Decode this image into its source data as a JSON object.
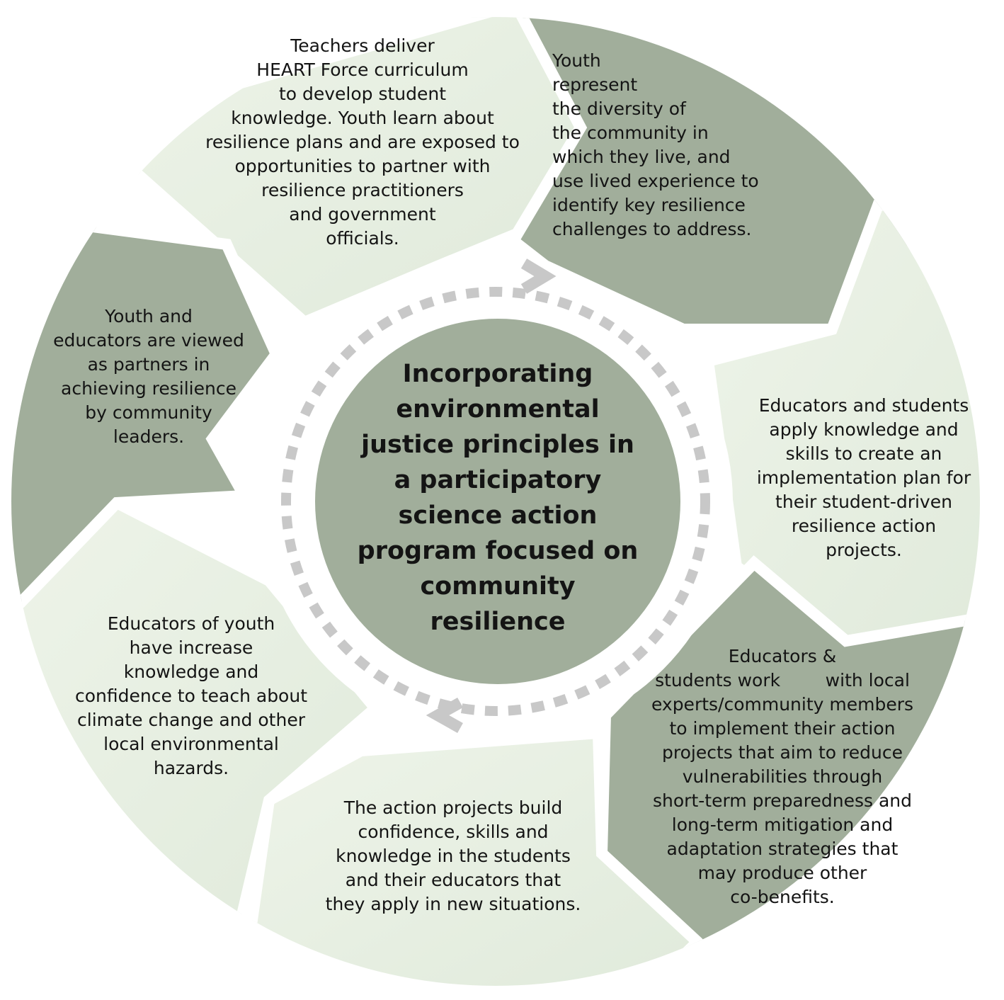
{
  "colors": {
    "dark_segment": "#a1ae9b",
    "light_segment_start": "#eef4e9",
    "light_segment_end": "#e0eadb",
    "center_circle": "#a1ae9b",
    "dashed_ring": "#c8c8c8",
    "text": "#141414"
  },
  "center": {
    "text": "Incorporating\nenvironmental\njustice principles in\na participatory\nscience action\nprogram focused on\ncommunity\nresilience"
  },
  "segments": [
    {
      "id": "top",
      "tone": "light",
      "text": "Teachers deliver\nHEART Force curriculum\nto develop student\nknowledge. Youth learn about\nresilience plans and are exposed to\nopportunities to partner with\nresilience practitioners\nand government\nofficials."
    },
    {
      "id": "upper-right",
      "tone": "dark",
      "text": "Youth\nrepresent\nthe diversity of\nthe community in\nwhich they live, and\nuse lived experience to\nidentify key resilience\nchallenges to address."
    },
    {
      "id": "right",
      "tone": "light",
      "text": "Educators and students\napply knowledge and\nskills to create an\nimplementation plan for\ntheir student-driven\nresilience action\nprojects."
    },
    {
      "id": "lower-right",
      "tone": "dark",
      "text": "Educators &\nstudents work        with local\nexperts/community members\nto implement their action\nprojects that aim to reduce\nvulnerabilities through\nshort-term preparedness and\nlong-term mitigation and\nadaptation strategies that\nmay produce other\nco-benefits."
    },
    {
      "id": "bottom",
      "tone": "light",
      "text": "The action projects build\nconfidence, skills and\nknowledge in the students\nand their educators that\nthey apply in new situations."
    },
    {
      "id": "lower-left",
      "tone": "light",
      "text": "Educators of youth\nhave increase\nknowledge and\nconfidence to teach about\nclimate change and other\nlocal environmental\nhazards."
    },
    {
      "id": "left",
      "tone": "dark",
      "text": "Youth and\neducators are viewed\nas partners in\nachieving resilience\nby community\nleaders."
    }
  ]
}
